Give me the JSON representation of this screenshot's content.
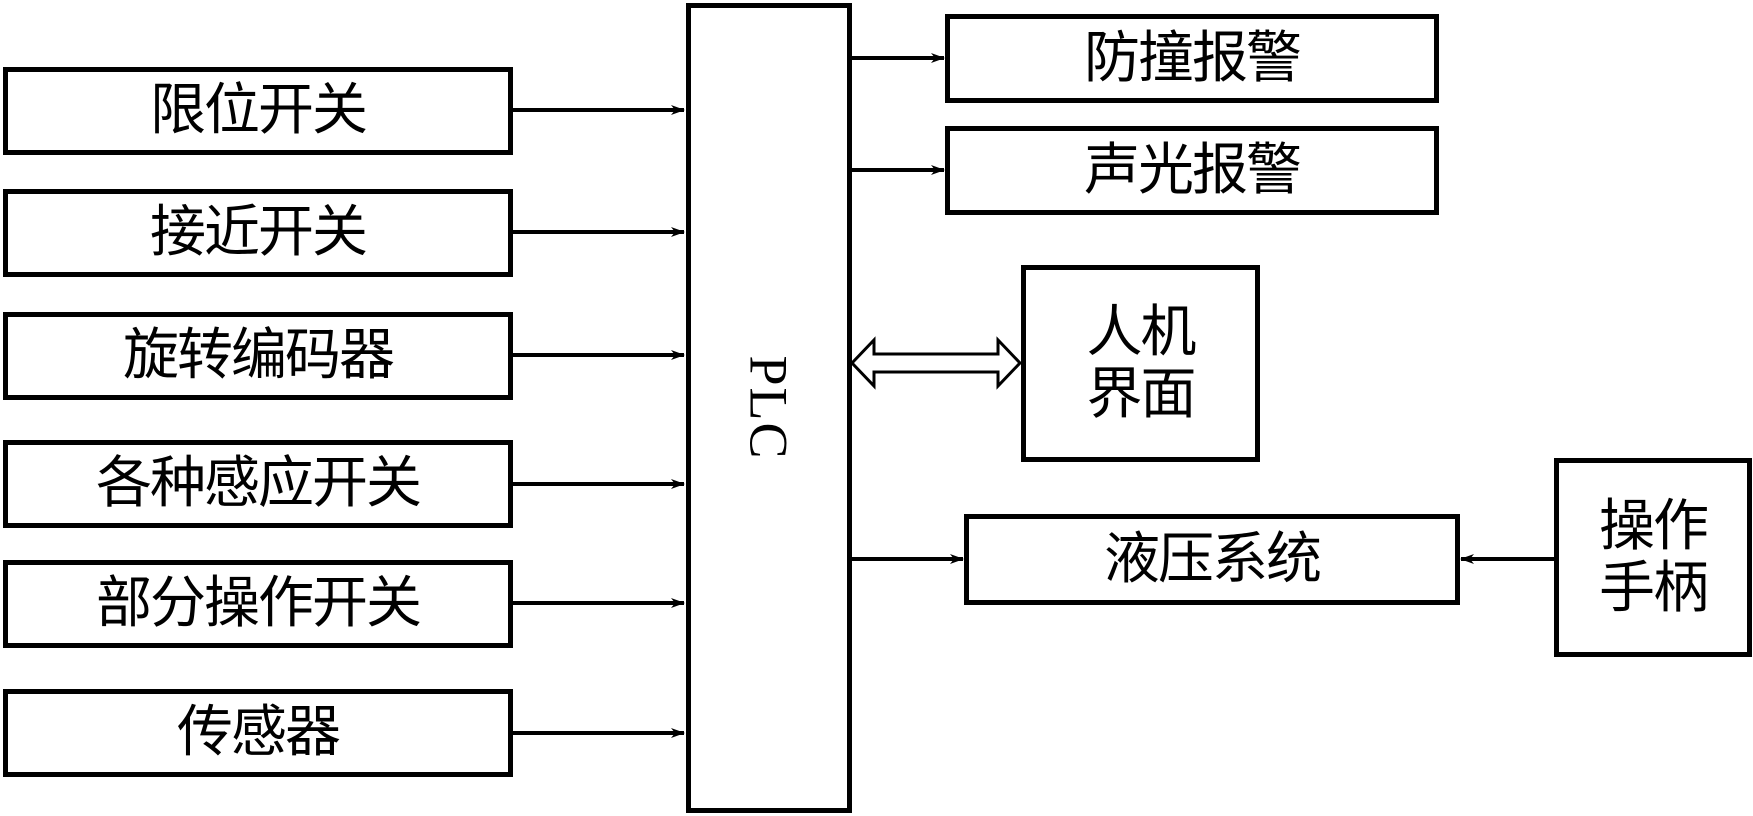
{
  "diagram": {
    "central": {
      "id": "plc",
      "label": "PLC"
    },
    "inputs": [
      {
        "id": "limit-switch",
        "label": "限位开关"
      },
      {
        "id": "proximity-switch",
        "label": "接近开关"
      },
      {
        "id": "rotary-encoder",
        "label": "旋转编码器"
      },
      {
        "id": "induction-switches",
        "label": "各种感应开关"
      },
      {
        "id": "operation-switches",
        "label": "部分操作开关"
      },
      {
        "id": "sensor",
        "label": "传感器"
      }
    ],
    "outputs": [
      {
        "id": "anti-collision-alarm",
        "label": "防撞报警"
      },
      {
        "id": "sound-light-alarm",
        "label": "声光报警"
      }
    ],
    "hmi": {
      "id": "hmi",
      "label": "人机界面",
      "lines": [
        "人机",
        "界面"
      ],
      "connection": "bidirectional"
    },
    "hydraulic": {
      "id": "hydraulic-system",
      "label": "液压系统"
    },
    "joystick": {
      "id": "joystick",
      "label": "操作手柄",
      "lines": [
        "操作",
        "手柄"
      ]
    },
    "edges": [
      {
        "from": "limit-switch",
        "to": "plc"
      },
      {
        "from": "proximity-switch",
        "to": "plc"
      },
      {
        "from": "rotary-encoder",
        "to": "plc"
      },
      {
        "from": "induction-switches",
        "to": "plc"
      },
      {
        "from": "operation-switches",
        "to": "plc"
      },
      {
        "from": "sensor",
        "to": "plc"
      },
      {
        "from": "plc",
        "to": "anti-collision-alarm"
      },
      {
        "from": "plc",
        "to": "sound-light-alarm"
      },
      {
        "from": "plc",
        "to": "hmi",
        "bidirectional": true
      },
      {
        "from": "plc",
        "to": "hydraulic-system"
      },
      {
        "from": "joystick",
        "to": "hydraulic-system"
      }
    ]
  }
}
